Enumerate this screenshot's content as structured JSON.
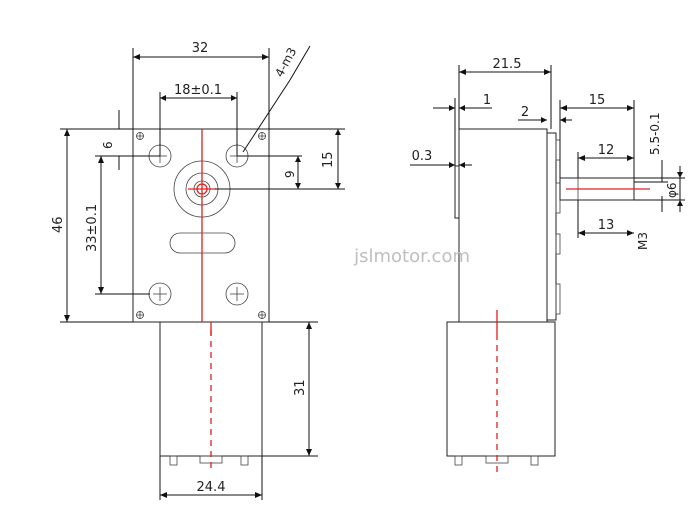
{
  "watermark": "jslmotor.com",
  "front_view": {
    "width_label": "32",
    "hole_spacing_label": "18±0.1",
    "thread_label": "4-m3",
    "top_offset_label": "6",
    "shaft_height_label": "15",
    "shaft_offset_label": "9",
    "height_label": "46",
    "vertical_hole_spacing_label": "33±0.1",
    "motor_length_label": "31",
    "motor_width_label": "24.4"
  },
  "side_view": {
    "depth_label": "21.5",
    "step1_label": "1",
    "step2_label": "2",
    "shaft_length_label": "15",
    "gap_label": "0.3",
    "shaft_flat_label": "12",
    "flat_length_label": "13",
    "shaft_dia_label": "5.5-0.1",
    "flat_dia_label": "φ6",
    "thread_label": "M3"
  }
}
